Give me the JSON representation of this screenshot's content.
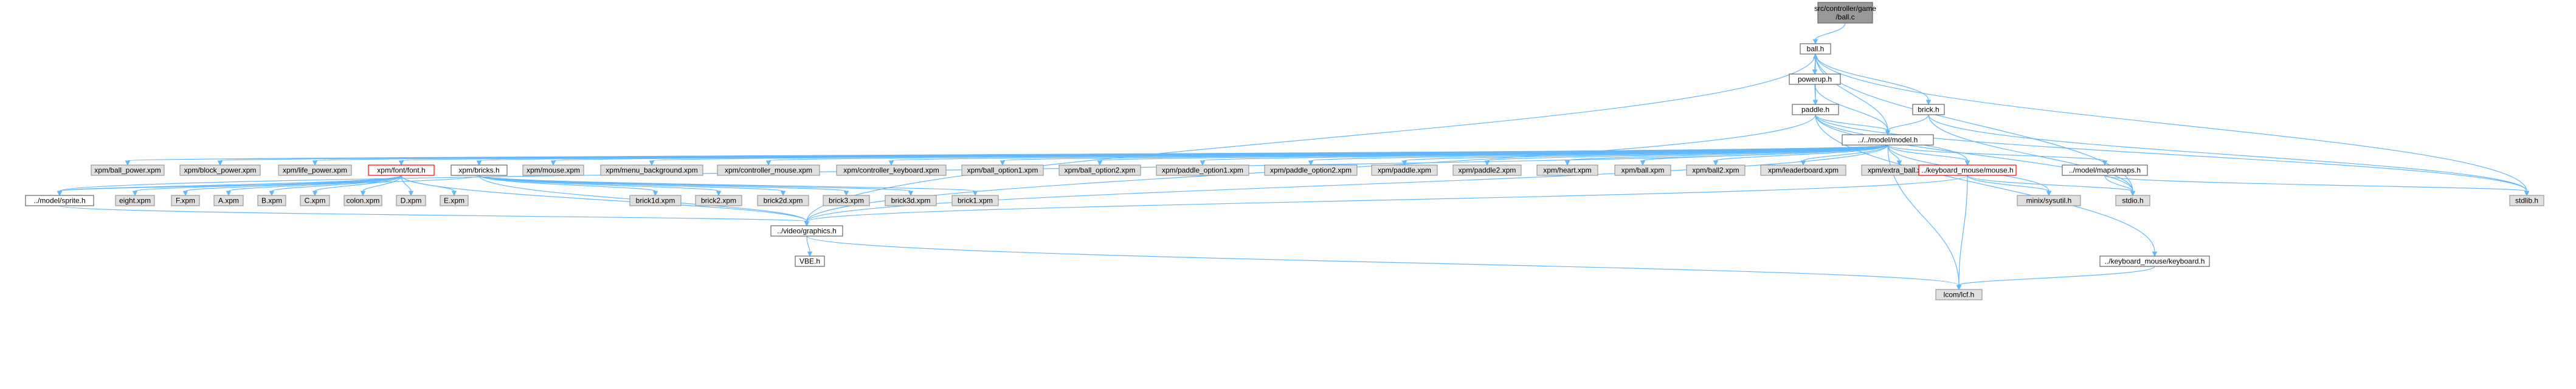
{
  "colors": {
    "edge": "#63B8FF",
    "node_fill": "#ffffff",
    "node_stroke": "#666666",
    "external_fill": "#e0e0e0",
    "external_stroke": "#999999",
    "root_fill": "#999999",
    "root_stroke": "#666666",
    "highlight_stroke": "#ff0000"
  },
  "nodes": [
    {
      "id": "root",
      "lines": [
        "src/controller/game",
        "/ball.c"
      ],
      "style": "root"
    },
    {
      "id": "ball_h",
      "lines": [
        "ball.h"
      ],
      "style": "normal"
    },
    {
      "id": "powerup_h",
      "lines": [
        "powerup.h"
      ],
      "style": "normal"
    },
    {
      "id": "paddle_h",
      "lines": [
        "paddle.h"
      ],
      "style": "normal"
    },
    {
      "id": "brick_h",
      "lines": [
        "brick.h"
      ],
      "style": "normal"
    },
    {
      "id": "model_h",
      "lines": [
        "../../model/model.h"
      ],
      "style": "normal"
    },
    {
      "id": "x_ball_power",
      "lines": [
        "xpm/ball_power.xpm"
      ],
      "style": "external"
    },
    {
      "id": "x_block_power",
      "lines": [
        "xpm/block_power.xpm"
      ],
      "style": "external"
    },
    {
      "id": "x_life_power",
      "lines": [
        "xpm/life_power.xpm"
      ],
      "style": "external"
    },
    {
      "id": "font_h",
      "lines": [
        "xpm/font/font.h"
      ],
      "style": "highlight"
    },
    {
      "id": "bricks_h",
      "lines": [
        "xpm/bricks.h"
      ],
      "style": "normal"
    },
    {
      "id": "x_mouse",
      "lines": [
        "xpm/mouse.xpm"
      ],
      "style": "external"
    },
    {
      "id": "x_menu_bg",
      "lines": [
        "xpm/menu_background.xpm"
      ],
      "style": "external"
    },
    {
      "id": "x_ctrl_mouse",
      "lines": [
        "xpm/controller_mouse.xpm"
      ],
      "style": "external"
    },
    {
      "id": "x_ctrl_kbd",
      "lines": [
        "xpm/controller_keyboard.xpm"
      ],
      "style": "external"
    },
    {
      "id": "x_ball_opt1",
      "lines": [
        "xpm/ball_option1.xpm"
      ],
      "style": "external"
    },
    {
      "id": "x_ball_opt2",
      "lines": [
        "xpm/ball_option2.xpm"
      ],
      "style": "external"
    },
    {
      "id": "x_pad_opt1",
      "lines": [
        "xpm/paddle_option1.xpm"
      ],
      "style": "external"
    },
    {
      "id": "x_pad_opt2",
      "lines": [
        "xpm/paddle_option2.xpm"
      ],
      "style": "external"
    },
    {
      "id": "x_paddle",
      "lines": [
        "xpm/paddle.xpm"
      ],
      "style": "external"
    },
    {
      "id": "x_paddle2",
      "lines": [
        "xpm/paddle2.xpm"
      ],
      "style": "external"
    },
    {
      "id": "x_heart",
      "lines": [
        "xpm/heart.xpm"
      ],
      "style": "external"
    },
    {
      "id": "x_ball",
      "lines": [
        "xpm/ball.xpm"
      ],
      "style": "external"
    },
    {
      "id": "x_ball2",
      "lines": [
        "xpm/ball2.xpm"
      ],
      "style": "external"
    },
    {
      "id": "x_leader",
      "lines": [
        "xpm/leaderboard.xpm"
      ],
      "style": "external"
    },
    {
      "id": "x_extra_ball",
      "lines": [
        "xpm/extra_ball.xpm"
      ],
      "style": "external"
    },
    {
      "id": "kbm_mouse_h",
      "lines": [
        "../keyboard_mouse/mouse.h"
      ],
      "style": "highlight"
    },
    {
      "id": "maps_h",
      "lines": [
        "../model/maps/maps.h"
      ],
      "style": "normal"
    },
    {
      "id": "sprite_h",
      "lines": [
        "../model/sprite.h"
      ],
      "style": "normal"
    },
    {
      "id": "eight",
      "lines": [
        "eight.xpm"
      ],
      "style": "external"
    },
    {
      "id": "F",
      "lines": [
        "F.xpm"
      ],
      "style": "external"
    },
    {
      "id": "A",
      "lines": [
        "A.xpm"
      ],
      "style": "external"
    },
    {
      "id": "B",
      "lines": [
        "B.xpm"
      ],
      "style": "external"
    },
    {
      "id": "C",
      "lines": [
        "C.xpm"
      ],
      "style": "external"
    },
    {
      "id": "colon",
      "lines": [
        "colon.xpm"
      ],
      "style": "external"
    },
    {
      "id": "D",
      "lines": [
        "D.xpm"
      ],
      "style": "external"
    },
    {
      "id": "E",
      "lines": [
        "E.xpm"
      ],
      "style": "external"
    },
    {
      "id": "brick1d",
      "lines": [
        "brick1d.xpm"
      ],
      "style": "external"
    },
    {
      "id": "brick2",
      "lines": [
        "brick2.xpm"
      ],
      "style": "external"
    },
    {
      "id": "brick2d",
      "lines": [
        "brick2d.xpm"
      ],
      "style": "external"
    },
    {
      "id": "brick3",
      "lines": [
        "brick3.xpm"
      ],
      "style": "external"
    },
    {
      "id": "brick3d",
      "lines": [
        "brick3d.xpm"
      ],
      "style": "external"
    },
    {
      "id": "brick1",
      "lines": [
        "brick1.xpm"
      ],
      "style": "external"
    },
    {
      "id": "minix",
      "lines": [
        "minix/sysutil.h"
      ],
      "style": "external"
    },
    {
      "id": "stdio",
      "lines": [
        "stdio.h"
      ],
      "style": "external"
    },
    {
      "id": "stdlib",
      "lines": [
        "stdlib.h"
      ],
      "style": "external"
    },
    {
      "id": "graphics_h",
      "lines": [
        "../video/graphics.h"
      ],
      "style": "normal"
    },
    {
      "id": "vbe_h",
      "lines": [
        "VBE.h"
      ],
      "style": "normal"
    },
    {
      "id": "kbd_h",
      "lines": [
        "../keyboard_mouse/keyboard.h"
      ],
      "style": "normal"
    },
    {
      "id": "lcom",
      "lines": [
        "lcom/lcf.h"
      ],
      "style": "external"
    }
  ],
  "edges": [
    [
      "root",
      "ball_h"
    ],
    [
      "ball_h",
      "powerup_h"
    ],
    [
      "ball_h",
      "paddle_h"
    ],
    [
      "ball_h",
      "brick_h"
    ],
    [
      "ball_h",
      "model_h"
    ],
    [
      "ball_h",
      "graphics_h"
    ],
    [
      "ball_h",
      "stdio"
    ],
    [
      "ball_h",
      "stdlib"
    ],
    [
      "powerup_h",
      "ball_h"
    ],
    [
      "powerup_h",
      "paddle_h"
    ],
    [
      "powerup_h",
      "model_h"
    ],
    [
      "paddle_h",
      "model_h"
    ],
    [
      "paddle_h",
      "kbm_mouse_h"
    ],
    [
      "paddle_h",
      "kbd_h"
    ],
    [
      "paddle_h",
      "graphics_h"
    ],
    [
      "paddle_h",
      "stdio"
    ],
    [
      "paddle_h",
      "stdlib"
    ],
    [
      "brick_h",
      "model_h"
    ],
    [
      "brick_h",
      "stdio"
    ],
    [
      "brick_h",
      "stdlib"
    ],
    [
      "model_h",
      "x_ball_power"
    ],
    [
      "model_h",
      "x_block_power"
    ],
    [
      "model_h",
      "x_life_power"
    ],
    [
      "model_h",
      "font_h"
    ],
    [
      "model_h",
      "bricks_h"
    ],
    [
      "model_h",
      "x_mouse"
    ],
    [
      "model_h",
      "x_menu_bg"
    ],
    [
      "model_h",
      "x_ctrl_mouse"
    ],
    [
      "model_h",
      "x_ctrl_kbd"
    ],
    [
      "model_h",
      "x_ball_opt1"
    ],
    [
      "model_h",
      "x_ball_opt2"
    ],
    [
      "model_h",
      "x_pad_opt1"
    ],
    [
      "model_h",
      "x_pad_opt2"
    ],
    [
      "model_h",
      "x_paddle"
    ],
    [
      "model_h",
      "x_paddle2"
    ],
    [
      "model_h",
      "x_heart"
    ],
    [
      "model_h",
      "x_ball"
    ],
    [
      "model_h",
      "x_ball2"
    ],
    [
      "model_h",
      "x_leader"
    ],
    [
      "model_h",
      "x_extra_ball"
    ],
    [
      "model_h",
      "kbm_mouse_h"
    ],
    [
      "model_h",
      "maps_h"
    ],
    [
      "model_h",
      "sprite_h"
    ],
    [
      "model_h",
      "graphics_h"
    ],
    [
      "model_h",
      "minix"
    ],
    [
      "model_h",
      "lcom"
    ],
    [
      "font_h",
      "sprite_h"
    ],
    [
      "font_h",
      "eight"
    ],
    [
      "font_h",
      "F"
    ],
    [
      "font_h",
      "A"
    ],
    [
      "font_h",
      "B"
    ],
    [
      "font_h",
      "C"
    ],
    [
      "font_h",
      "colon"
    ],
    [
      "font_h",
      "D"
    ],
    [
      "font_h",
      "E"
    ],
    [
      "font_h",
      "graphics_h"
    ],
    [
      "bricks_h",
      "brick1d"
    ],
    [
      "bricks_h",
      "brick2"
    ],
    [
      "bricks_h",
      "brick2d"
    ],
    [
      "bricks_h",
      "brick3"
    ],
    [
      "bricks_h",
      "brick3d"
    ],
    [
      "bricks_h",
      "brick1"
    ],
    [
      "bricks_h",
      "graphics_h"
    ],
    [
      "bricks_h",
      "sprite_h"
    ],
    [
      "kbm_mouse_h",
      "graphics_h"
    ],
    [
      "kbm_mouse_h",
      "minix"
    ],
    [
      "kbm_mouse_h",
      "stdio"
    ],
    [
      "kbm_mouse_h",
      "lcom"
    ],
    [
      "maps_h",
      "stdio"
    ],
    [
      "maps_h",
      "stdlib"
    ],
    [
      "sprite_h",
      "graphics_h"
    ],
    [
      "graphics_h",
      "vbe_h"
    ],
    [
      "graphics_h",
      "lcom"
    ],
    [
      "kbd_h",
      "lcom"
    ]
  ]
}
